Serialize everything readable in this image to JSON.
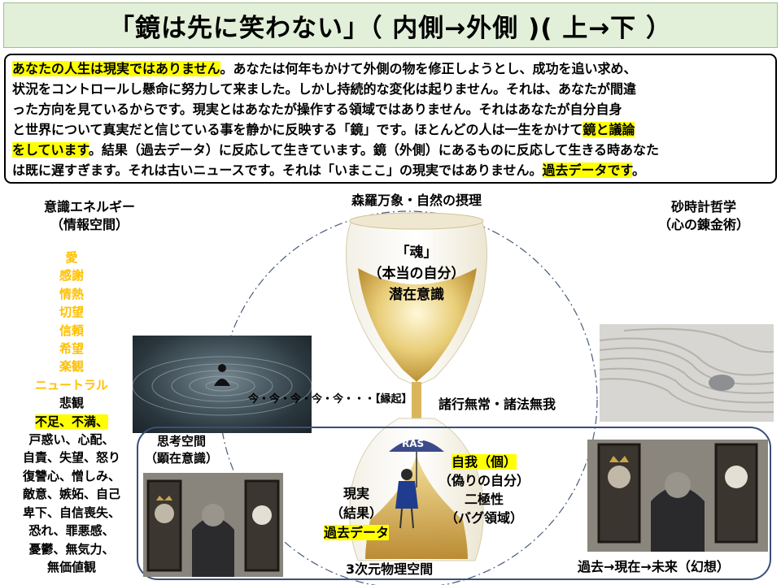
{
  "title": "「鏡は先に笑わない」（ 内側→外側 )( 上→下 ）",
  "intro": {
    "lines": [
      [
        {
          "t": "あなたの人生は現実ではありません",
          "h": true
        },
        {
          "t": "。あなたは何年もかけて外側の物を修正しようとし、成功を追い求め、",
          "h": false
        }
      ],
      [
        {
          "t": "状況をコントロールし懸命に努力して来ました。しかし持続的な変化は起りません。それは、あなたが間違",
          "h": false
        }
      ],
      [
        {
          "t": "った方向を見ているからです。現実とはあなたが操作する領域ではありません。それはあなたが自分自身",
          "h": false
        }
      ],
      [
        {
          "t": "と世界について真実だと信じている事を静かに反映する「鏡」です。ほとんどの人は一生をかけて",
          "h": false
        },
        {
          "t": "鏡と議論",
          "h": true
        }
      ],
      [
        {
          "t": "をしています",
          "h": true
        },
        {
          "t": "。結果（過去データ）に反応して生きています。鏡（外側）にあるものに反応して生きる時あなた",
          "h": false
        }
      ],
      [
        {
          "t": "は既に遅すぎます。それは古いニュースです。それは「いまここ」の現実ではありません。",
          "h": false
        },
        {
          "t": "過去データです",
          "h": true
        },
        {
          "t": "。",
          "h": false
        }
      ]
    ]
  },
  "left_header": {
    "line1": "意識エネルギー",
    "line2": "（情報空間）"
  },
  "center_header": "森羅万象・自然の摂理",
  "right_header": {
    "line1": "砂時計哲学",
    "line2": "（心の錬金術）"
  },
  "emotions_positive": [
    "愛",
    "感謝",
    "情熱",
    "切望",
    "信頼",
    "希望",
    "楽観",
    "ニュートラル"
  ],
  "emotions_negative": [
    "悲観",
    "不足、不満、",
    "戸惑い、心配、",
    "自責、失望、怒り",
    "復讐心、憎しみ、",
    "敵意、嫉妬、自己",
    "卑下、自信喪失、",
    "恐れ、罪悪感、",
    "憂鬱、無気力、",
    "無価値観"
  ],
  "soul": {
    "line1": "「魂」",
    "line2": "（本当の自分）",
    "line3": "潜在意識"
  },
  "now_line": "今・今・今・今・今・・・【縁起】",
  "impermanence": "諸行無常・諸法無我",
  "thinking_space": {
    "line1": "思考空間",
    "line2": "（顕在意識）"
  },
  "ras_label": "RAS",
  "ego": {
    "line1": "自我（個）",
    "line2": "（偽りの自分）",
    "line3": "二極性",
    "line4": "（バグ領域）"
  },
  "reality": {
    "line1": "現実",
    "line2": "（結果）",
    "line3": "過去データ"
  },
  "physical_space": "3次元物理空間",
  "timeline": "過去→現在→未来（幻想）",
  "colors": {
    "title_bg": "#e2efd9",
    "highlight": "#ffff00",
    "positive": "#ffc000",
    "box_border": "#3a4f7a"
  }
}
